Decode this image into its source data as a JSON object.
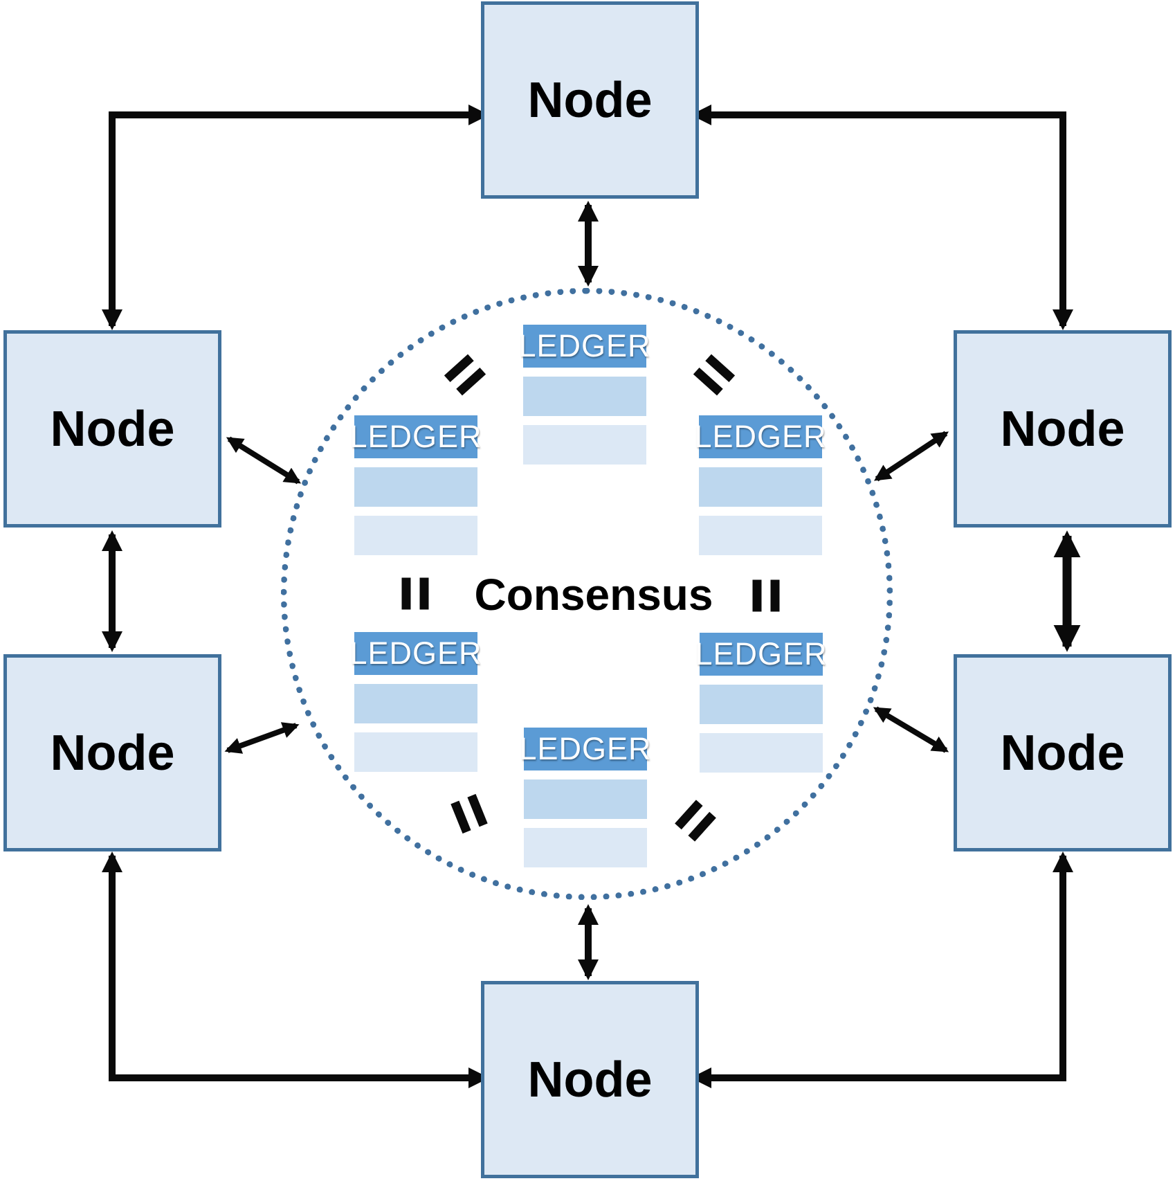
{
  "consensus": {
    "label": "Consensus"
  },
  "nodes": [
    {
      "position": "top",
      "label": "Node"
    },
    {
      "position": "upper-left",
      "label": "Node"
    },
    {
      "position": "upper-right",
      "label": "Node"
    },
    {
      "position": "lower-left",
      "label": "Node"
    },
    {
      "position": "lower-right",
      "label": "Node"
    },
    {
      "position": "bottom",
      "label": "Node"
    }
  ],
  "ledgers": [
    {
      "position": "top-center",
      "label": "LEDGER"
    },
    {
      "position": "upper-left",
      "label": "LEDGER"
    },
    {
      "position": "upper-right",
      "label": "LEDGER"
    },
    {
      "position": "lower-left",
      "label": "LEDGER"
    },
    {
      "position": "lower-right",
      "label": "LEDGER"
    },
    {
      "position": "bottom-center",
      "label": "LEDGER"
    }
  ],
  "colors": {
    "background": "#ffffff",
    "node-fill": "#dde8f4",
    "node-border": "#41719c",
    "ledger-header": "#5b9bd5",
    "ledger-row-mid": "#bdd7ee",
    "ledger-row-light": "#dce8f5",
    "circle-dot": "#40709f",
    "arrow": "#0a0a0a",
    "text": "#000000"
  }
}
